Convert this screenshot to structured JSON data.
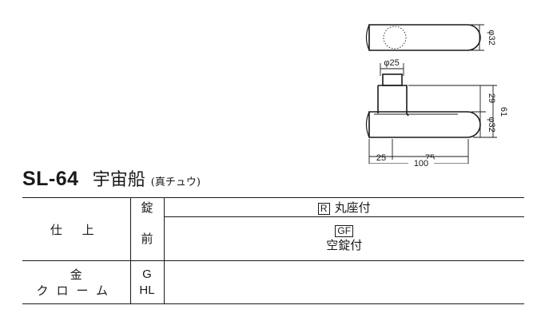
{
  "drawing": {
    "top_view": {
      "dim_diameter": "φ32"
    },
    "side_view": {
      "dim_spindle_diameter": "φ25",
      "dim_height_upper": "29",
      "dim_lever_diameter": "φ32",
      "dim_total_height": "61",
      "dim_offset": "25",
      "dim_lever_length": "75",
      "dim_total_length": "100"
    }
  },
  "title": {
    "model": "SL-64",
    "name": "宇宙船",
    "subtitle": "(真チュウ)"
  },
  "table": {
    "finish_header": "仕 上",
    "lock_header_top": "錠",
    "lock_header_bottom": "前",
    "rosette_mark": "R",
    "rosette_label": "丸座付",
    "gf_mark": "GF",
    "gf_label": "空錠付",
    "rows": [
      {
        "finish": "金",
        "code": "G"
      },
      {
        "finish": "クローム",
        "code": "HL"
      }
    ]
  }
}
